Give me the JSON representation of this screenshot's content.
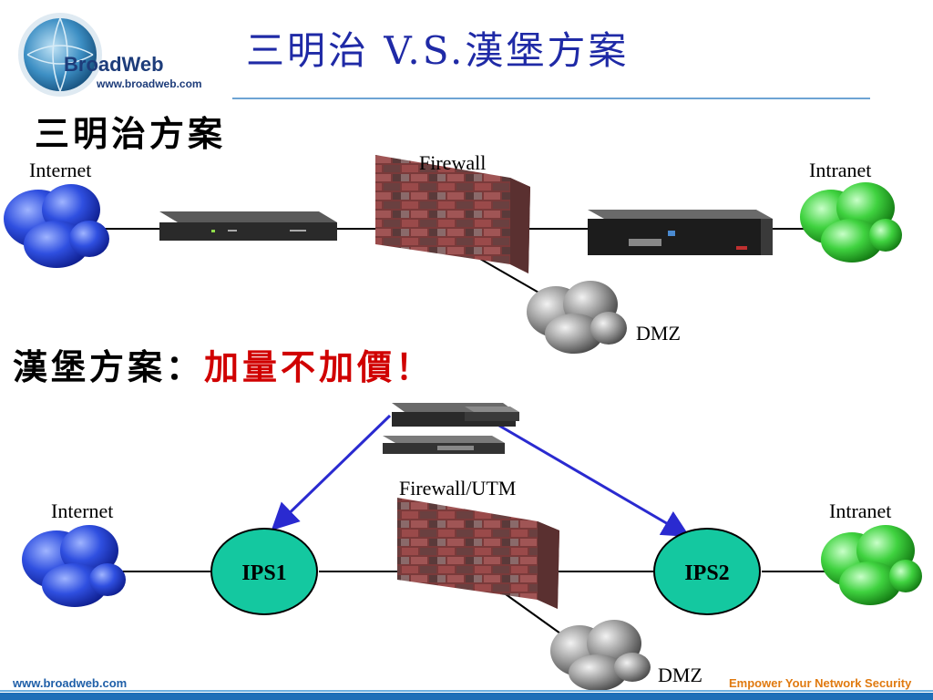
{
  "header": {
    "title": "三明治 V.S.漢堡方案",
    "logo_name": "BroadWeb",
    "logo_url": "www.broadweb.com"
  },
  "sandwich": {
    "heading": "三明治方案",
    "internet_label": "Internet",
    "firewall_label": "Firewall",
    "intranet_label": "Intranet",
    "dmz_label": "DMZ"
  },
  "hamburger": {
    "heading_prefix": "漢堡方案：",
    "heading_highlight": "加量不加價！",
    "internet_label": "Internet",
    "firewall_label": "Firewall/UTM",
    "intranet_label": "Intranet",
    "dmz_label": "DMZ",
    "ips1_label": "IPS1",
    "ips2_label": "IPS2"
  },
  "footer": {
    "url": "www.broadweb.com",
    "slogan": "Empower Your Network Security"
  },
  "colors": {
    "title": "#1f2aa6",
    "highlight": "#d00000",
    "internet_cloud": "#2f4fe0",
    "intranet_cloud": "#3fd23f",
    "dmz_cloud": "#9a9a9a",
    "ips_node": "#14c8a0",
    "arrow": "#2a2ad0",
    "footer_bar": "#1f6fb8",
    "slogan": "#e07a10"
  }
}
